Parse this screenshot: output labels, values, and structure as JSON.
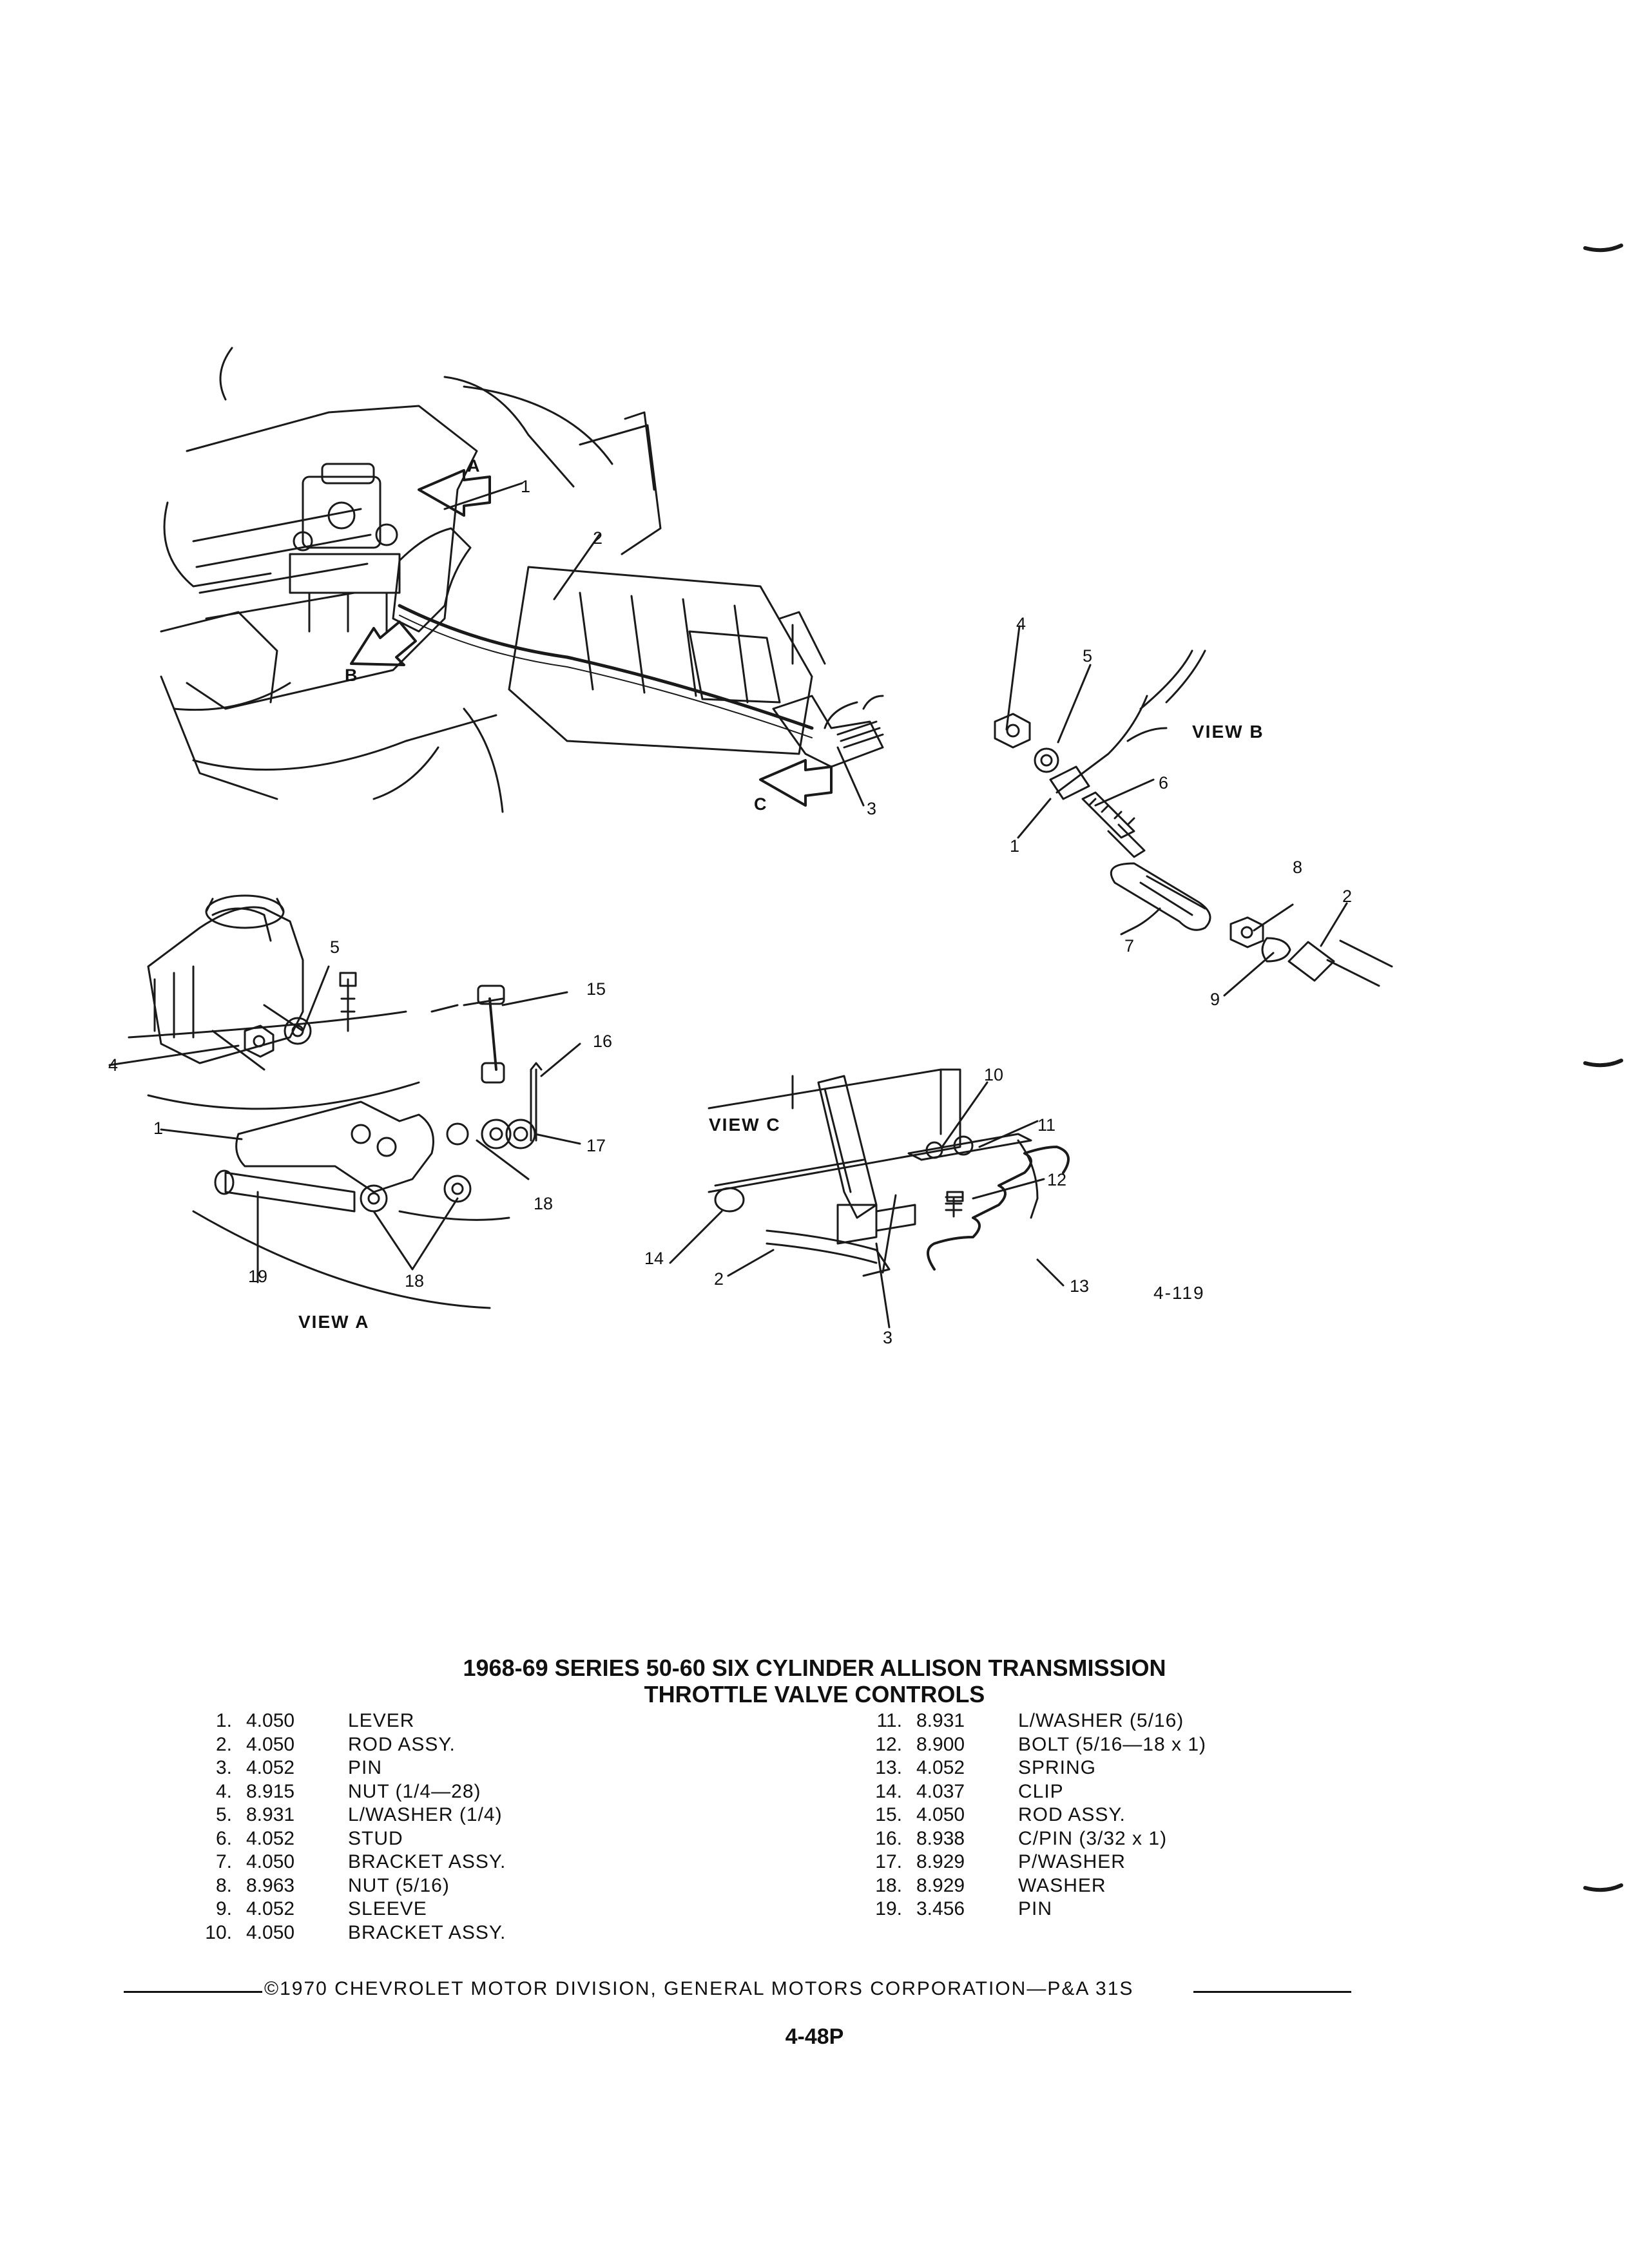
{
  "figure": {
    "view_labels": {
      "a": "VIEW A",
      "b": "VIEW B",
      "c": "VIEW C"
    },
    "arrow_letters": {
      "a": "A",
      "b": "B",
      "c": "C"
    },
    "figure_number": "4-119",
    "callouts": {
      "main_1": "1",
      "main_2": "2",
      "main_3": "3",
      "b_4": "4",
      "b_5": "5",
      "b_6": "6",
      "b_1": "1",
      "b_7": "7",
      "b_8": "8",
      "b_2": "2",
      "b_9": "9",
      "a_5": "5",
      "a_4": "4",
      "a_1": "1",
      "a_15": "15",
      "a_16": "16",
      "a_17": "17",
      "a_18a": "18",
      "a_18b": "18",
      "a_19": "19",
      "c_10": "10",
      "c_11": "11",
      "c_12": "12",
      "c_13": "13",
      "c_14": "14",
      "c_2": "2",
      "c_3": "3"
    }
  },
  "heading": {
    "line1": "1968-69 SERIES 50-60 SIX CYLINDER ALLISON TRANSMISSION",
    "line2": "THROTTLE VALVE CONTROLS"
  },
  "parts_left": [
    {
      "num": "1.",
      "code": "4.050",
      "desc": "LEVER"
    },
    {
      "num": "2.",
      "code": "4.050",
      "desc": "ROD ASSY."
    },
    {
      "num": "3.",
      "code": "4.052",
      "desc": "PIN"
    },
    {
      "num": "4.",
      "code": "8.915",
      "desc": "NUT (1/4—28)"
    },
    {
      "num": "5.",
      "code": "8.931",
      "desc": "L/WASHER (1/4)"
    },
    {
      "num": "6.",
      "code": "4.052",
      "desc": "STUD"
    },
    {
      "num": "7.",
      "code": "4.050",
      "desc": "BRACKET ASSY."
    },
    {
      "num": "8.",
      "code": "8.963",
      "desc": "NUT (5/16)"
    },
    {
      "num": "9.",
      "code": "4.052",
      "desc": "SLEEVE"
    },
    {
      "num": "10.",
      "code": "4.050",
      "desc": "BRACKET ASSY."
    }
  ],
  "parts_right": [
    {
      "num": "11.",
      "code": "8.931",
      "desc": "L/WASHER (5/16)"
    },
    {
      "num": "12.",
      "code": "8.900",
      "desc": "BOLT (5/16—18 x 1)"
    },
    {
      "num": "13.",
      "code": "4.052",
      "desc": "SPRING"
    },
    {
      "num": "14.",
      "code": "4.037",
      "desc": "CLIP"
    },
    {
      "num": "15.",
      "code": "4.050",
      "desc": "ROD ASSY."
    },
    {
      "num": "16.",
      "code": "8.938",
      "desc": "C/PIN (3/32 x 1)"
    },
    {
      "num": "17.",
      "code": "8.929",
      "desc": "P/WASHER"
    },
    {
      "num": "18.",
      "code": "8.929",
      "desc": "WASHER"
    },
    {
      "num": "19.",
      "code": "3.456",
      "desc": "PIN"
    }
  ],
  "footer": "©1970 CHEVROLET MOTOR DIVISION, GENERAL MOTORS CORPORATION—P&A 31S",
  "page_number": "4-48P"
}
